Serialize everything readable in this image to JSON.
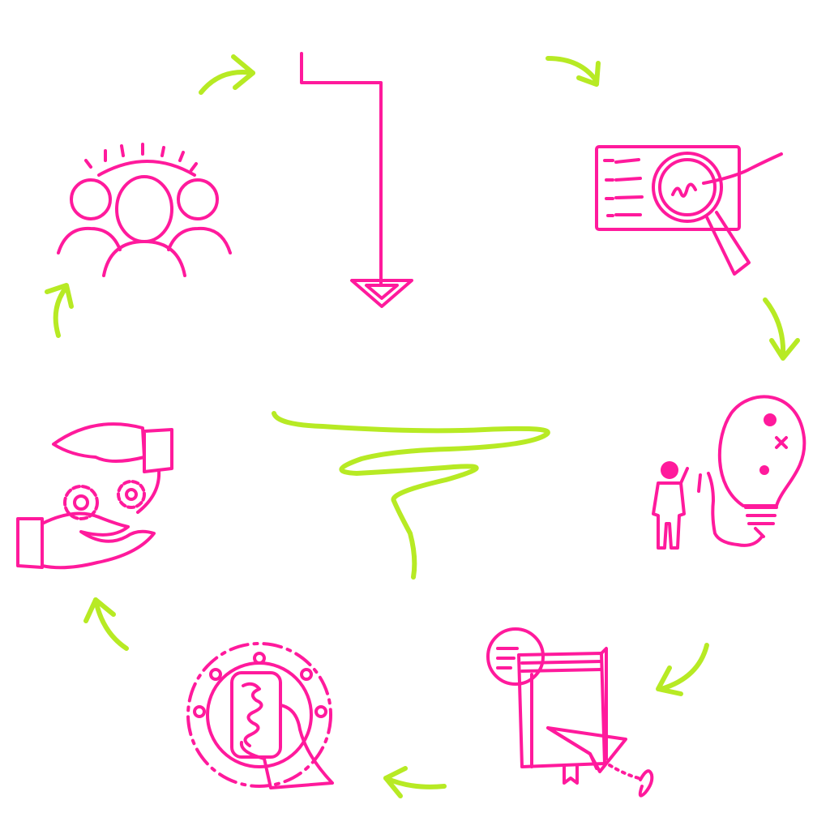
{
  "diagram": {
    "type": "cycle",
    "colors": {
      "icon": "#ff1a9c",
      "arrow": "#b7ea24",
      "background": "#ffffff"
    },
    "center_mark": "green-scribble-funnel",
    "steps": [
      {
        "icon": "entry-arrow-icon"
      },
      {
        "icon": "magnifier-document-icon"
      },
      {
        "icon": "person-lightbulb-icon"
      },
      {
        "icon": "book-paper-plane-icon"
      },
      {
        "icon": "hand-phone-network-icon"
      },
      {
        "icon": "hands-gears-icon"
      },
      {
        "icon": "team-group-icon"
      }
    ],
    "flow": "clockwise",
    "connector_count": 7
  }
}
